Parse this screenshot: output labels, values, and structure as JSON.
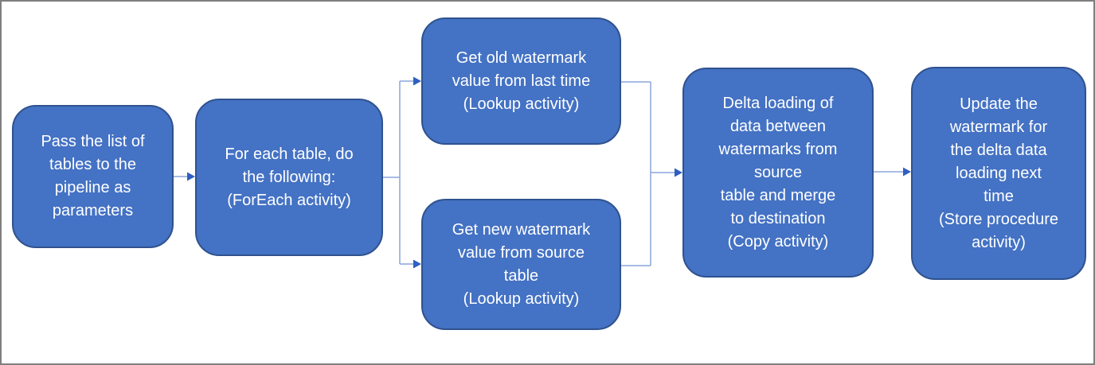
{
  "theme": {
    "bg": "#ffffff",
    "frame": "#7f7f7f",
    "node-fill": "#4472c4",
    "node-border": "#2f528f",
    "connector": "#8aa5dc",
    "arrow": "#2f5fc0",
    "text": "#ffffff"
  },
  "diagram": {
    "type": "flowchart",
    "nodes": [
      {
        "id": "pass-list",
        "label": "Pass the list of\ntables to the\npipeline as\nparameters"
      },
      {
        "id": "foreach",
        "label": "For each table, do\nthe following:\n(ForEach activity)"
      },
      {
        "id": "old-watermark",
        "label": "Get old watermark\nvalue from last time\n(Lookup activity)"
      },
      {
        "id": "new-watermark",
        "label": "Get new watermark\nvalue from source\ntable\n(Lookup activity)"
      },
      {
        "id": "delta-loading",
        "label": "Delta loading of\ndata between\nwatermarks from\nsource\ntable and merge\nto destination\n(Copy activity)"
      },
      {
        "id": "update-watermark",
        "label": "Update the\nwatermark for\nthe delta data\nloading next\ntime\n(Store procedure\nactivity)"
      }
    ],
    "connections": [
      {
        "from": "pass-list",
        "to": "foreach"
      },
      {
        "from": "foreach",
        "to": "old-watermark"
      },
      {
        "from": "foreach",
        "to": "new-watermark"
      },
      {
        "from": "old-watermark",
        "to": "delta-loading"
      },
      {
        "from": "new-watermark",
        "to": "delta-loading"
      },
      {
        "from": "delta-loading",
        "to": "update-watermark"
      }
    ]
  }
}
